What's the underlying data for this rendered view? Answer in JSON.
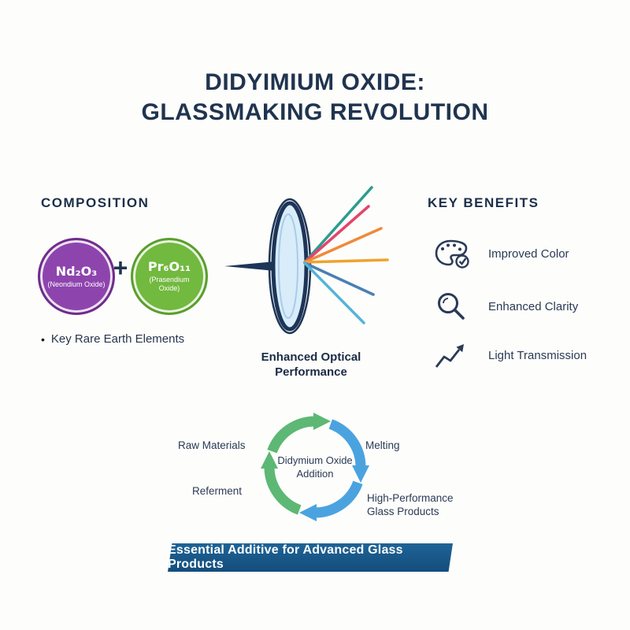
{
  "title": {
    "line1": "DIDYIMIUM OXIDE:",
    "line2": "GLASSMAKING REVOLUTION"
  },
  "composition": {
    "heading": "COMPOSITION",
    "plus": "+",
    "bullet": "•",
    "note": "Key Rare Earth Elements",
    "compounds": [
      {
        "formula": "Nd₂O₃",
        "name": "(Neondium Oxide)",
        "color": "#8e44ad"
      },
      {
        "formula": "Pr₆O₁₁",
        "name": "(Prasendium Oxide)",
        "color": "#72b93f"
      }
    ]
  },
  "optical": {
    "caption_line1": "Enhanced Optical",
    "caption_line2": "Performance",
    "lens_fill": "#d9ecfa",
    "lens_outline": "#1d3557",
    "rays": [
      "#2a9d8f",
      "#e5446d",
      "#ef8a3c",
      "#f0a32e",
      "#4a7fb5",
      "#56b3d9"
    ]
  },
  "benefits": {
    "heading": "KEY BENEFITS",
    "items": [
      {
        "icon": "palette-check-icon",
        "label": "Improved Color"
      },
      {
        "icon": "magnifier-icon",
        "label": "Enhanced Clarity"
      },
      {
        "icon": "line-chart-icon",
        "label": "Light Transmission"
      }
    ]
  },
  "cycle": {
    "center_line1": "Didymium Oxide",
    "center_line2": "Addition",
    "green": "#5cb874",
    "blue": "#4aa3df",
    "steps": [
      {
        "label": "Raw Materials"
      },
      {
        "label": "Melting"
      },
      {
        "label": "High-Performance Glass Products"
      },
      {
        "label": "Referment"
      }
    ]
  },
  "banner": {
    "text": "Essential Additive for Advanced Glass Products",
    "color": "#185a8d"
  }
}
